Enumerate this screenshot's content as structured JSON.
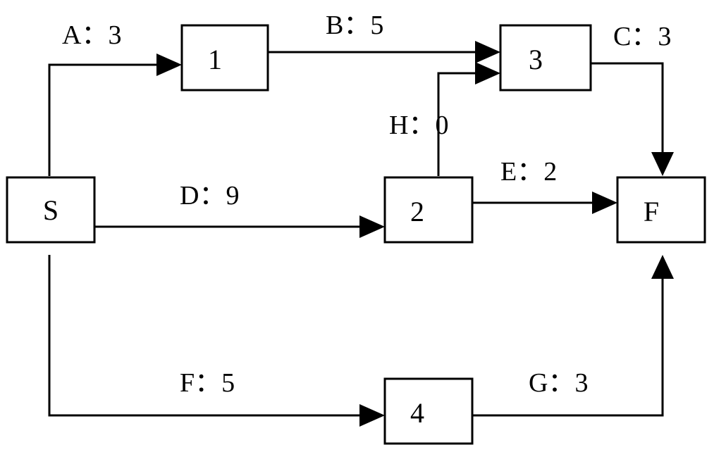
{
  "nodes": {
    "s": "S",
    "n1": "1",
    "n2": "2",
    "n3": "3",
    "n4": "4",
    "f": "F"
  },
  "edges": {
    "a": "A：3",
    "b": "B：5",
    "c": "C：3",
    "d": "D：9",
    "e": "E：2",
    "f": "F：5",
    "g": "G：3",
    "h": "H：0"
  }
}
